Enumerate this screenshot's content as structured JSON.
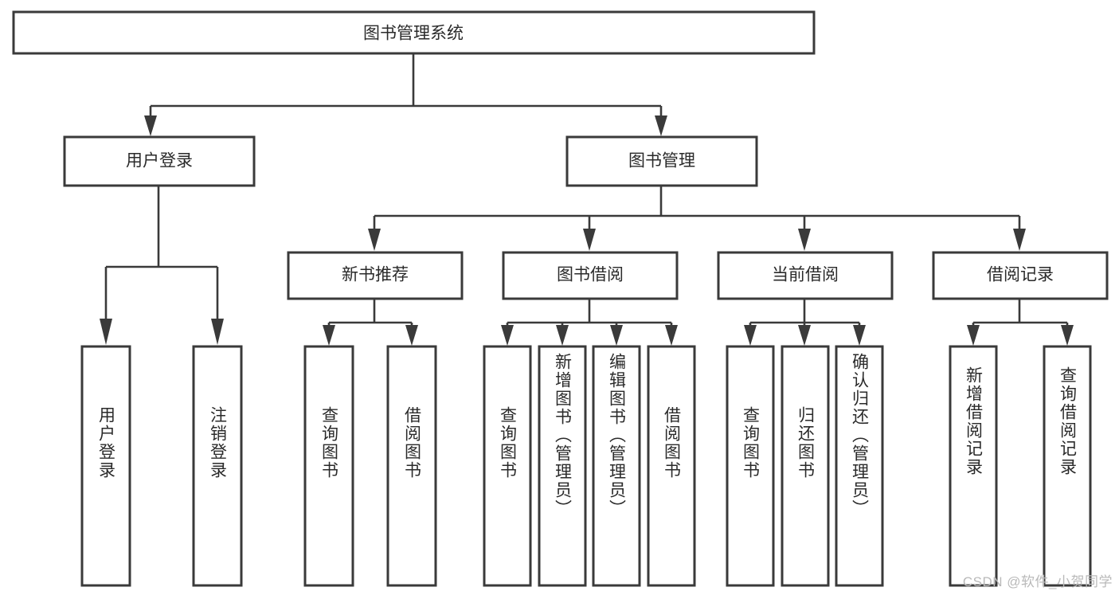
{
  "diagram": {
    "type": "tree-hierarchy",
    "title": "图书管理系统",
    "watermark": "CSDN @软件_小贺同学",
    "colors": {
      "box_stroke": "#3a3a3a",
      "box_fill": "#ffffff",
      "text": "#2a2a2a",
      "connector": "#3a3a3a",
      "watermark": "#b9b9b9",
      "background": "#ffffff"
    },
    "levels": {
      "level1": [
        {
          "id": "root",
          "label": "图书管理系统",
          "orientation": "horizontal"
        }
      ],
      "level2": [
        {
          "id": "user-login",
          "label": "用户登录",
          "orientation": "horizontal",
          "parent": "root"
        },
        {
          "id": "book-manage",
          "label": "图书管理",
          "orientation": "horizontal",
          "parent": "root"
        }
      ],
      "level3": [
        {
          "id": "new-book-rec",
          "label": "新书推荐",
          "orientation": "horizontal",
          "parent": "book-manage"
        },
        {
          "id": "book-borrow",
          "label": "图书借阅",
          "orientation": "horizontal",
          "parent": "book-manage"
        },
        {
          "id": "current-borrow",
          "label": "当前借阅",
          "orientation": "horizontal",
          "parent": "book-manage"
        },
        {
          "id": "borrow-record",
          "label": "借阅记录",
          "orientation": "horizontal",
          "parent": "book-manage"
        }
      ],
      "level4": [
        {
          "id": "leaf-user-login",
          "label": "用户登录",
          "orientation": "vertical",
          "parent": "user-login"
        },
        {
          "id": "leaf-logout",
          "label": "注销登录",
          "orientation": "vertical",
          "parent": "user-login"
        },
        {
          "id": "leaf-query-book-1",
          "label": "查询图书",
          "orientation": "vertical",
          "parent": "new-book-rec"
        },
        {
          "id": "leaf-borrow-book-1",
          "label": "借阅图书",
          "orientation": "vertical",
          "parent": "new-book-rec"
        },
        {
          "id": "leaf-query-book-2",
          "label": "查询图书",
          "orientation": "vertical",
          "parent": "book-borrow"
        },
        {
          "id": "leaf-add-book",
          "label": "新增图书（管理员）",
          "orientation": "vertical",
          "parent": "book-borrow"
        },
        {
          "id": "leaf-edit-book",
          "label": "编辑图书（管理员）",
          "orientation": "vertical",
          "parent": "book-borrow"
        },
        {
          "id": "leaf-borrow-book-2",
          "label": "借阅图书",
          "orientation": "vertical",
          "parent": "book-borrow"
        },
        {
          "id": "leaf-query-book-3",
          "label": "查询图书",
          "orientation": "vertical",
          "parent": "current-borrow"
        },
        {
          "id": "leaf-return-book",
          "label": "归还图书",
          "orientation": "vertical",
          "parent": "current-borrow"
        },
        {
          "id": "leaf-confirm-return",
          "label": "确认归还（管理员）",
          "orientation": "vertical",
          "parent": "current-borrow"
        },
        {
          "id": "leaf-add-record",
          "label": "新增借阅记录",
          "orientation": "vertical",
          "parent": "borrow-record"
        },
        {
          "id": "leaf-query-record",
          "label": "查询借阅记录",
          "orientation": "vertical",
          "parent": "borrow-record"
        }
      ]
    }
  }
}
